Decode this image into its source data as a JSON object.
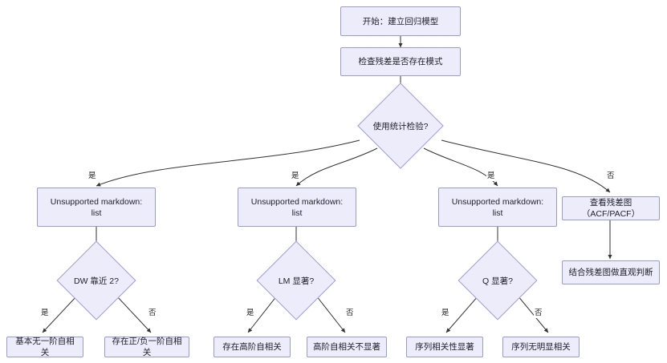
{
  "diagram": {
    "type": "flowchart",
    "title": "",
    "theme": {
      "node_fill": "#ececfb",
      "node_border": "#9b9bd4",
      "edge_color": "#333333",
      "text_color": "#1f1f28",
      "background": "#ffffff"
    },
    "nodes": [
      {
        "id": "start",
        "shape": "rect",
        "text": "开始：建立回归模型"
      },
      {
        "id": "check",
        "shape": "rect",
        "text": "检查残差是否存在模式"
      },
      {
        "id": "use_test",
        "shape": "diamond",
        "text": "使用统计检验?"
      },
      {
        "id": "dw_box",
        "shape": "rect",
        "text_line1": "Unsupported markdown:",
        "text_line2": "list"
      },
      {
        "id": "lm_box",
        "shape": "rect",
        "text_line1": "Unsupported markdown:",
        "text_line2": "list"
      },
      {
        "id": "q_box",
        "shape": "rect",
        "text_line1": "Unsupported markdown:",
        "text_line2": "list"
      },
      {
        "id": "acf_box",
        "shape": "rect",
        "text": "查看残差图（ACF/PACF）"
      },
      {
        "id": "visual_box",
        "shape": "rect",
        "text": "结合残差图做直观判断"
      },
      {
        "id": "dw_near2",
        "shape": "diamond",
        "text": "DW 靠近 2?"
      },
      {
        "id": "lm_sig",
        "shape": "diamond",
        "text": "LM 显著?"
      },
      {
        "id": "q_sig",
        "shape": "diamond",
        "text": "Q 显著?"
      },
      {
        "id": "no_ar1",
        "shape": "rect",
        "text": "基本无一阶自相关"
      },
      {
        "id": "has_ar1",
        "shape": "rect",
        "text": "存在正/负一阶自相关"
      },
      {
        "id": "high_ar",
        "shape": "rect",
        "text": "存在高阶自相关"
      },
      {
        "id": "high_ar_ns",
        "shape": "rect",
        "text": "高阶自相关不显著"
      },
      {
        "id": "serial_sig",
        "shape": "rect",
        "text": "序列相关性显著"
      },
      {
        "id": "serial_ns",
        "shape": "rect",
        "text": "序列无明显相关"
      }
    ],
    "edge_labels": {
      "use_test_to_dw_box": "是",
      "use_test_to_lm_box": "是",
      "use_test_to_q_box": "是",
      "use_test_to_acf": "否",
      "dw_yes": "是",
      "dw_no": "否",
      "lm_yes": "是",
      "lm_no": "否",
      "q_yes": "是",
      "q_no": "否"
    }
  }
}
